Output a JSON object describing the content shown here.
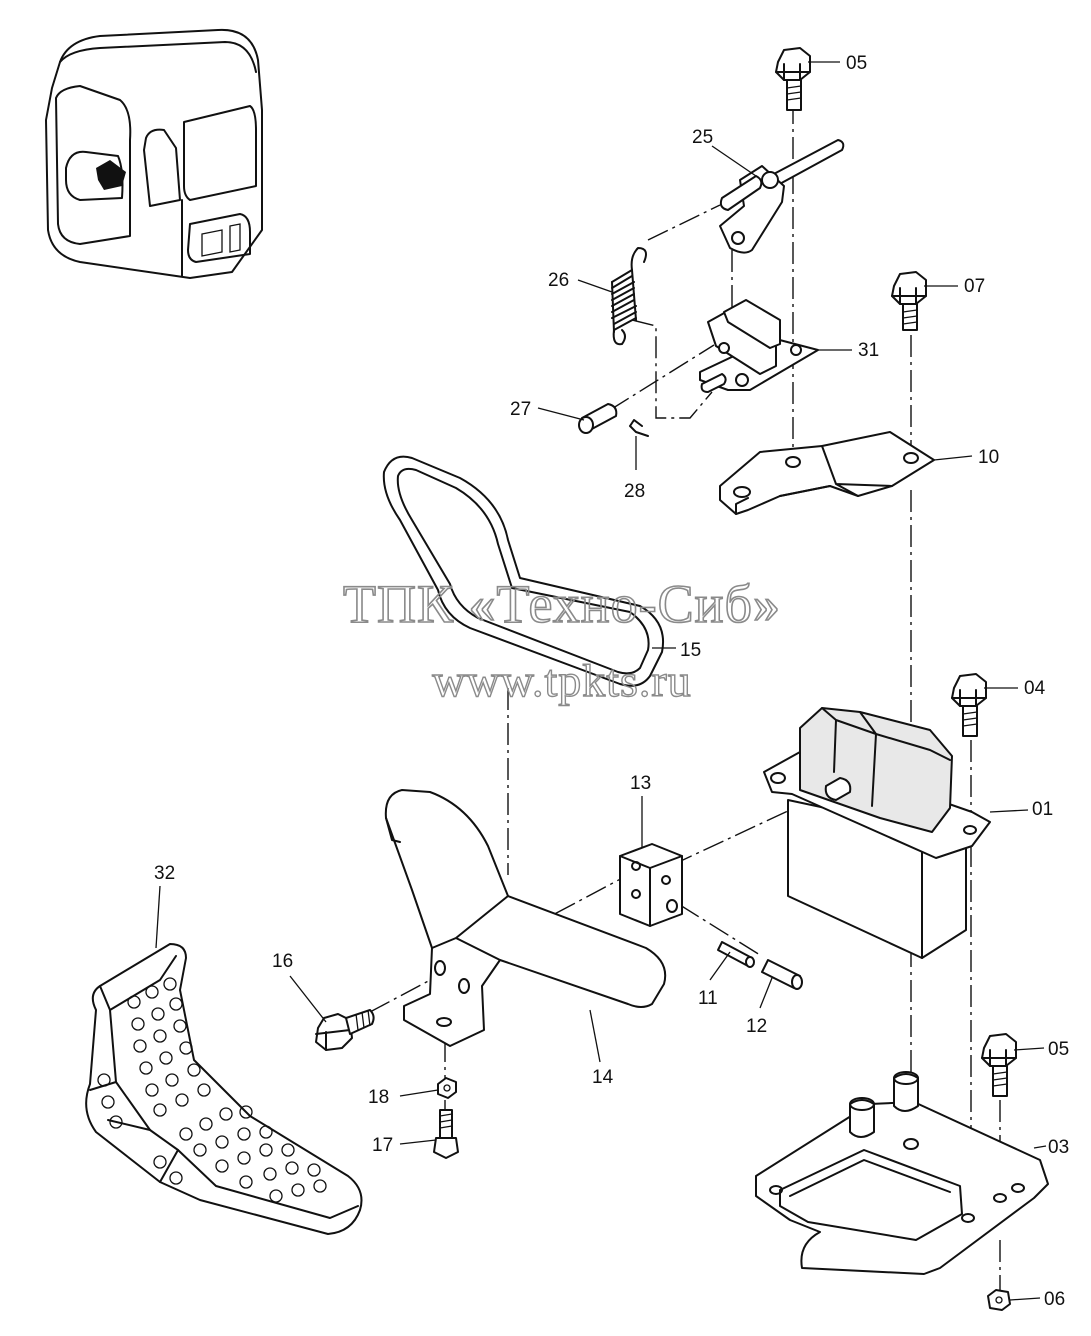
{
  "watermark": {
    "line1": "ТПК «Техно-Сиб»",
    "line2": "www.tpkts.ru"
  },
  "callouts": {
    "p05_top": "05",
    "p25": "25",
    "p26": "26",
    "p07": "07",
    "p31": "31",
    "p27": "27",
    "p28": "28",
    "p10": "10",
    "p15": "15",
    "p04": "04",
    "p01": "01",
    "p13": "13",
    "p32": "32",
    "p16": "16",
    "p11": "11",
    "p12": "12",
    "p14": "14",
    "p05_bottom": "05",
    "p18": "18",
    "p03": "03",
    "p17": "17",
    "p06": "06"
  }
}
